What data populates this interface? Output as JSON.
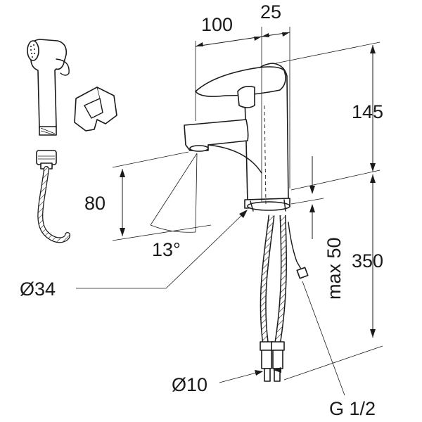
{
  "labels": {
    "width_spout": "100",
    "width_body": "25",
    "height_top": "145",
    "height_spout": "80",
    "angle": "13°",
    "hole_diameter": "Ø34",
    "max_thickness": "max 50",
    "pipe_length": "350",
    "pipe_diameter": "Ø10",
    "thread": "G 1/2"
  }
}
